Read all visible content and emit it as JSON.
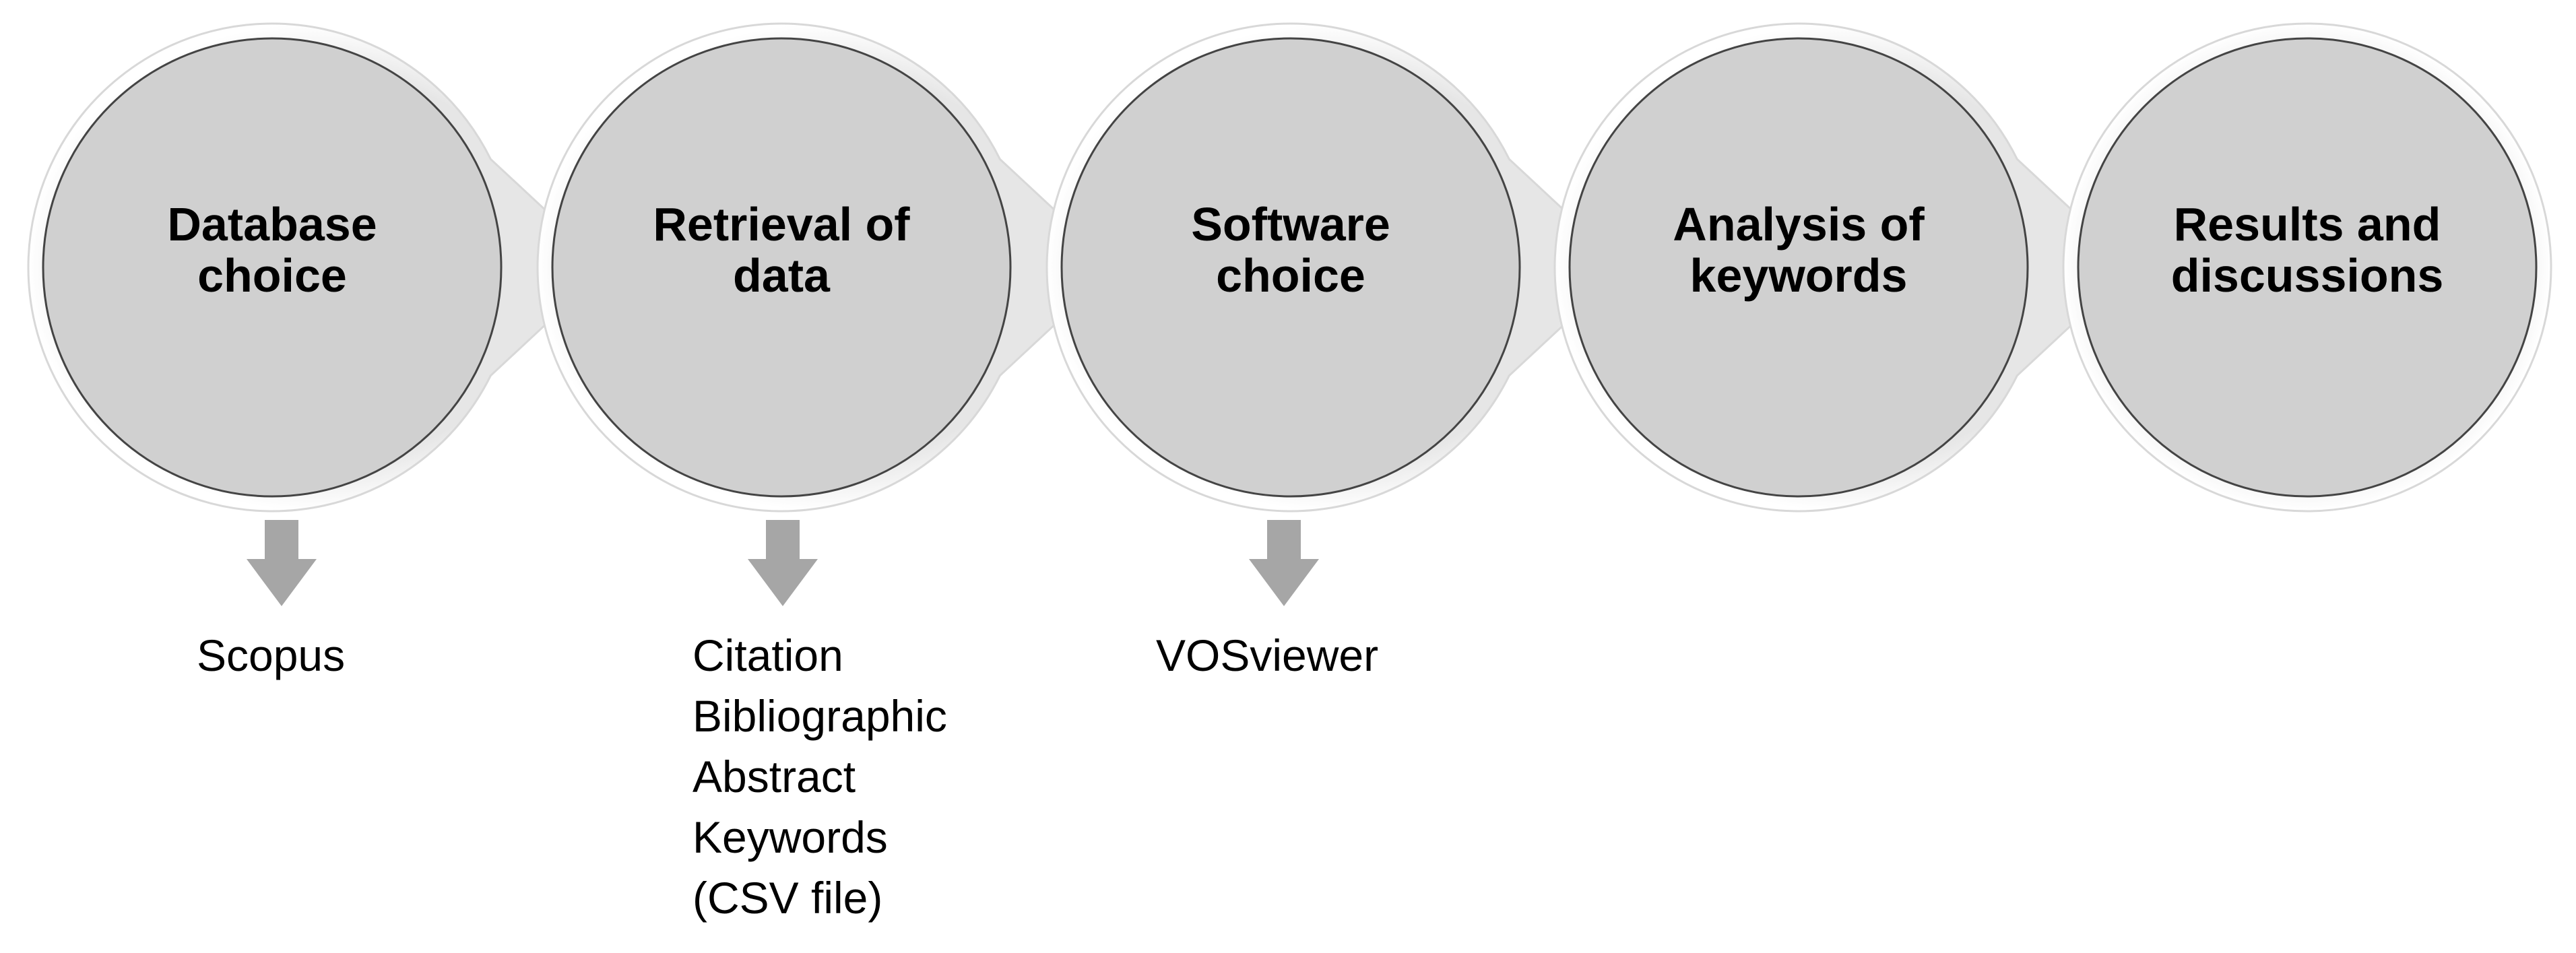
{
  "steps": [
    {
      "label_lines": [
        "Database",
        "choice"
      ],
      "outputs": [
        "Scopus"
      ]
    },
    {
      "label_lines": [
        "Retrieval of",
        "data"
      ],
      "outputs": [
        "Citation",
        "Bibliographic",
        "Abstract",
        "Keywords",
        "(CSV file)"
      ]
    },
    {
      "label_lines": [
        "Software",
        "choice"
      ],
      "outputs": [
        "VOSviewer"
      ]
    },
    {
      "label_lines": [
        "Analysis of",
        "keywords"
      ],
      "outputs": []
    },
    {
      "label_lines": [
        "Results and",
        "discussions"
      ],
      "outputs": []
    }
  ],
  "colors": {
    "circle_fill": "#d0d0d0",
    "circle_stroke": "#444444",
    "halo_fill": "#f2f2f2",
    "down_arrow": "#a6a6a6",
    "text": "#000000"
  }
}
